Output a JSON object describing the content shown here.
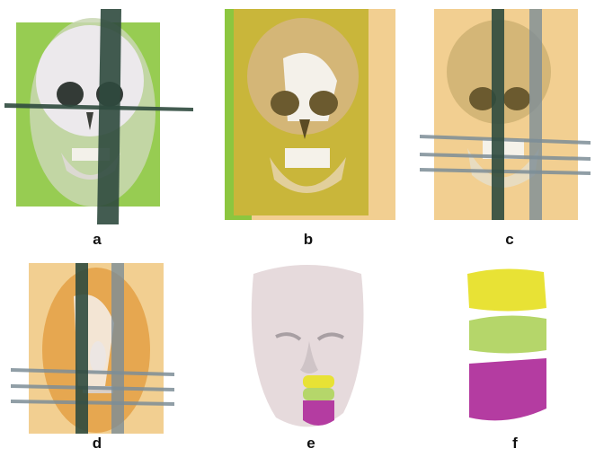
{
  "panels": [
    {
      "id": "a",
      "label": "a"
    },
    {
      "id": "b",
      "label": "b"
    },
    {
      "id": "c",
      "label": "c"
    },
    {
      "id": "d",
      "label": "d"
    },
    {
      "id": "e",
      "label": "e"
    },
    {
      "id": "f",
      "label": "f"
    }
  ],
  "colors": {
    "background": "#ffffff",
    "plane_green": "#8cc63f",
    "plane_tan": "#f2cf91",
    "plane_olive": "#c9b63a",
    "skull_bone": "#d4b677",
    "skull_white": "#f4f1ea",
    "face_pink": "#e6dadc",
    "face_orange": "#e6a750",
    "cut_plane_dark": "#2f4a3e",
    "cut_plane_slate": "#7c8d97",
    "segment_yellow": "#e8e235",
    "segment_lightgreen": "#b5d66a",
    "segment_magenta": "#b43ca1"
  }
}
